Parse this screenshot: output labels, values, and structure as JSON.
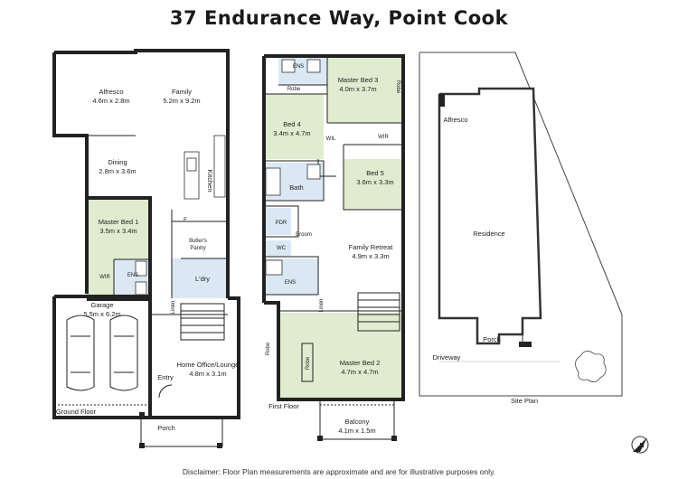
{
  "title": "37 Endurance Way, Point Cook",
  "disclaimer": "Disclaimer: Floor Plan measurements are approximate and are for illustrative purposes only.",
  "colors": {
    "bedroom": "#dfeccf",
    "wet_area": "#dbe8f4",
    "wall": "#222222",
    "site": "#444444"
  },
  "ground_floor": {
    "label": "Ground Floor",
    "rooms": [
      {
        "name": "Alfresco",
        "size": "4.6m x 2.8m"
      },
      {
        "name": "Family",
        "size": "5.2m x 9.2m"
      },
      {
        "name": "Dining",
        "size": "2.8m x 3.6m"
      },
      {
        "name": "Kitchen"
      },
      {
        "name": "Master Bed 1",
        "size": "3.5m x 3.4m"
      },
      {
        "name": "Butler's",
        "line2": "Pantry"
      },
      {
        "name": "F"
      },
      {
        "name": "WIR"
      },
      {
        "name": "ENS"
      },
      {
        "name": "L'dry"
      },
      {
        "name": "Linen"
      },
      {
        "name": "Garage",
        "size": "5.5m x 6.2m"
      },
      {
        "name": "Home Office/Lounge",
        "size": "4.8m x 3.1m"
      },
      {
        "name": "Entry"
      },
      {
        "name": "Porch"
      }
    ]
  },
  "first_floor": {
    "label": "First Floor",
    "rooms": [
      {
        "name": "ENS"
      },
      {
        "name": "Robe"
      },
      {
        "name": "Master Bed 3",
        "size": "4.0m x 3.7m"
      },
      {
        "name": "Robe"
      },
      {
        "name": "Bed 4",
        "size": "3.4m x 4.7m"
      },
      {
        "name": "WIL"
      },
      {
        "name": "WIR"
      },
      {
        "name": "Bed 5",
        "size": "3.6m x 3.3m"
      },
      {
        "name": "Bath"
      },
      {
        "name": "PDR"
      },
      {
        "name": "Broom"
      },
      {
        "name": "WC"
      },
      {
        "name": "Family Retreat",
        "size": "4.9m x 3.3m"
      },
      {
        "name": "ENS"
      },
      {
        "name": "Linen"
      },
      {
        "name": "Robe"
      },
      {
        "name": "Robe"
      },
      {
        "name": "Master Bed 2",
        "size": "4.7m x 4.7m"
      },
      {
        "name": "Balcony",
        "size": "4.1m x 1.5m"
      }
    ]
  },
  "site_plan": {
    "label": "Site Plan",
    "items": [
      {
        "name": "Alfresco"
      },
      {
        "name": "Residence"
      },
      {
        "name": "Porch"
      },
      {
        "name": "Driveway"
      }
    ],
    "north_label": "N"
  }
}
